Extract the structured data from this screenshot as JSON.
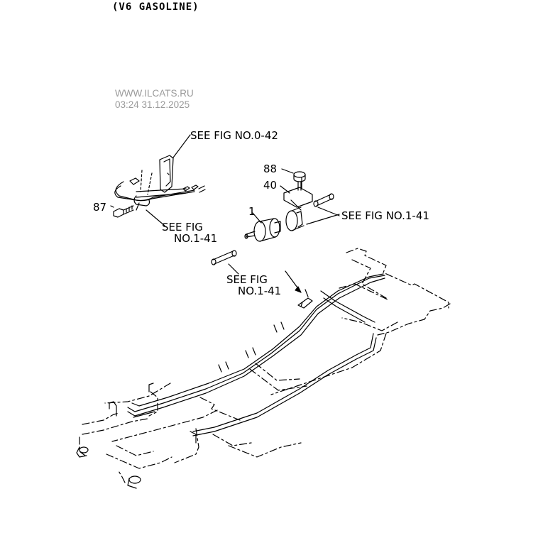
{
  "title": "(V6 GASOLINE)",
  "watermark": {
    "site": "WWW.ILCATS.RU",
    "datetime": "03:24 31.12.2025"
  },
  "callouts": {
    "see_fig_0_42": "SEE FIG NO.0-42",
    "see_fig_1_41_left_line1": "SEE FIG",
    "see_fig_1_41_left_line2": "NO.1-41",
    "see_fig_1_41_right": "SEE FIG NO.1-41",
    "see_fig_1_41_center_line1": "SEE FIG",
    "see_fig_1_41_center_line2": "NO.1-41"
  },
  "part_numbers": {
    "p87": "87",
    "p88": "88",
    "p40": "40",
    "p1": "1"
  }
}
